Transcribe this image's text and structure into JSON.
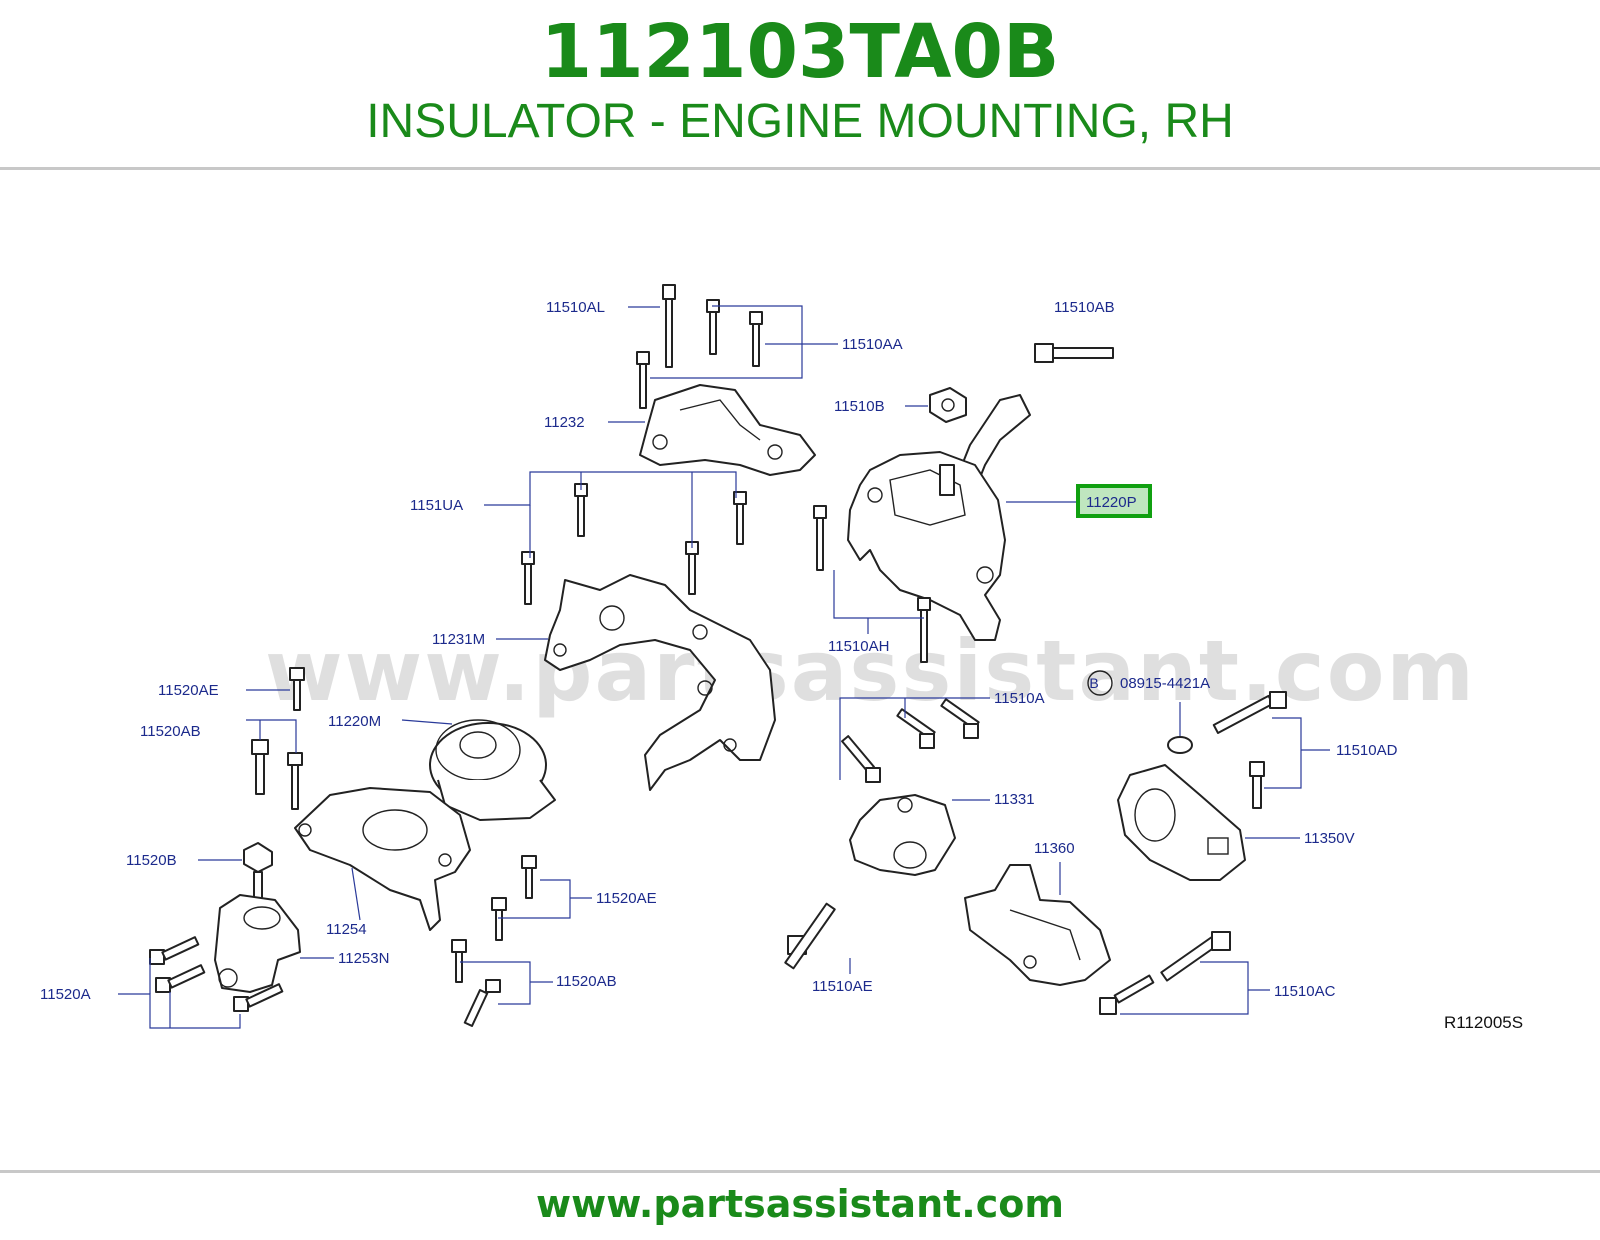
{
  "header": {
    "part_number": "112103TA0B",
    "title": "INSULATOR - ENGINE MOUNTING, RH"
  },
  "watermark": "www.partsassistant.com",
  "footer": {
    "url": "www.partsassistant.com"
  },
  "diagram": {
    "reference_code": "R112005S",
    "highlighted_label": "11220P",
    "callout_marker": "B",
    "labels": {
      "l_11510AL": "11510AL",
      "l_11510AA": "11510AA",
      "l_11510AB": "11510AB",
      "l_11510B": "11510B",
      "l_11232": "11232",
      "l_1151UA": "1151UA",
      "l_11220P": "11220P",
      "l_11231M": "11231M",
      "l_11510AH": "11510AH",
      "l_11520AE_top": "11520AE",
      "l_08915": "08915-4421A",
      "l_11510A": "11510A",
      "l_11520AB_top": "11520AB",
      "l_11220M": "11220M",
      "l_11510AD": "11510AD",
      "l_11331": "11331",
      "l_11350V": "11350V",
      "l_11520B": "11520B",
      "l_11360": "11360",
      "l_11520AE_bot": "11520AE",
      "l_11254": "11254",
      "l_11253N": "11253N",
      "l_11520AB_bot": "11520AB",
      "l_11520A": "11520A",
      "l_11510AE": "11510AE",
      "l_11510AC": "11510AC"
    }
  }
}
